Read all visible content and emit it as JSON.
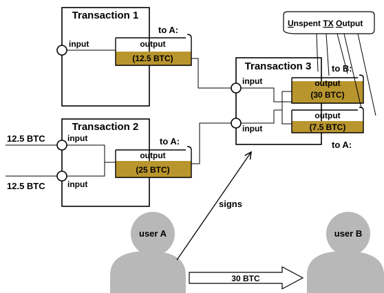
{
  "transactions": {
    "t1": {
      "title": "Transaction 1",
      "input": "input",
      "output_label": "output",
      "output_value": "(12.5 BTC)",
      "dest": "to A:"
    },
    "t2": {
      "title": "Transaction 2",
      "input_1": "input",
      "input_2": "input",
      "in_amount_1": "12.5 BTC",
      "in_amount_2": "12.5 BTC",
      "output_label": "output",
      "output_value": "(25 BTC)",
      "dest": "to A:"
    },
    "t3": {
      "title": "Transaction 3",
      "input_1": "input",
      "input_2": "input",
      "out1_label": "output",
      "out1_value": "(30 BTC)",
      "out1_dest": "to B:",
      "out2_label": "output",
      "out2_value": "(7.5 BTC)",
      "out2_dest": "to A:"
    }
  },
  "utxo_callout": {
    "u": "U",
    "nspent": "nspent ",
    "tx": "TX",
    "space": " ",
    "o": "O",
    "utput": "utput"
  },
  "users": {
    "a": "user A",
    "b": "user B"
  },
  "signs": "signs",
  "transfer": "30 BTC",
  "colors": {
    "fill_output": "#b9952e",
    "user": "#b8b8b8",
    "line": "#000000"
  }
}
